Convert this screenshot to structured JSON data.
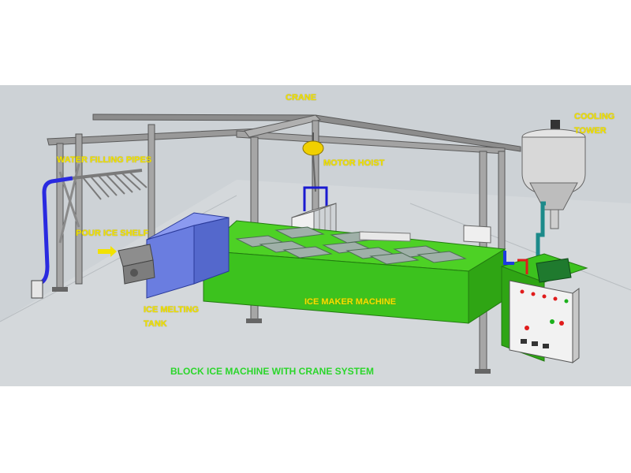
{
  "labels": {
    "crane": "CRANE",
    "cooling_tower": "COOLING\nTOWER",
    "water_filling_pipes": "WATER FILLING PIPES",
    "motor_hoist": "MOTOR HOIST",
    "pour_ice_shelf": "POUR ICE SHELF",
    "ice_melting_tank": "ICE MELTING\nTANK",
    "ice_maker_machine": "ICE MAKER MACHINE",
    "caption": "BLOCK ICE MACHINE WITH CRANE SYSTEM"
  },
  "colors": {
    "label_text": "#f2e200",
    "caption_text": "#2bd62b",
    "machine_green": "#3cc21e",
    "tank_blue": "#6a7de0",
    "steel_gray": "#9a9a9a",
    "background_gray": "#cdd2d6"
  }
}
